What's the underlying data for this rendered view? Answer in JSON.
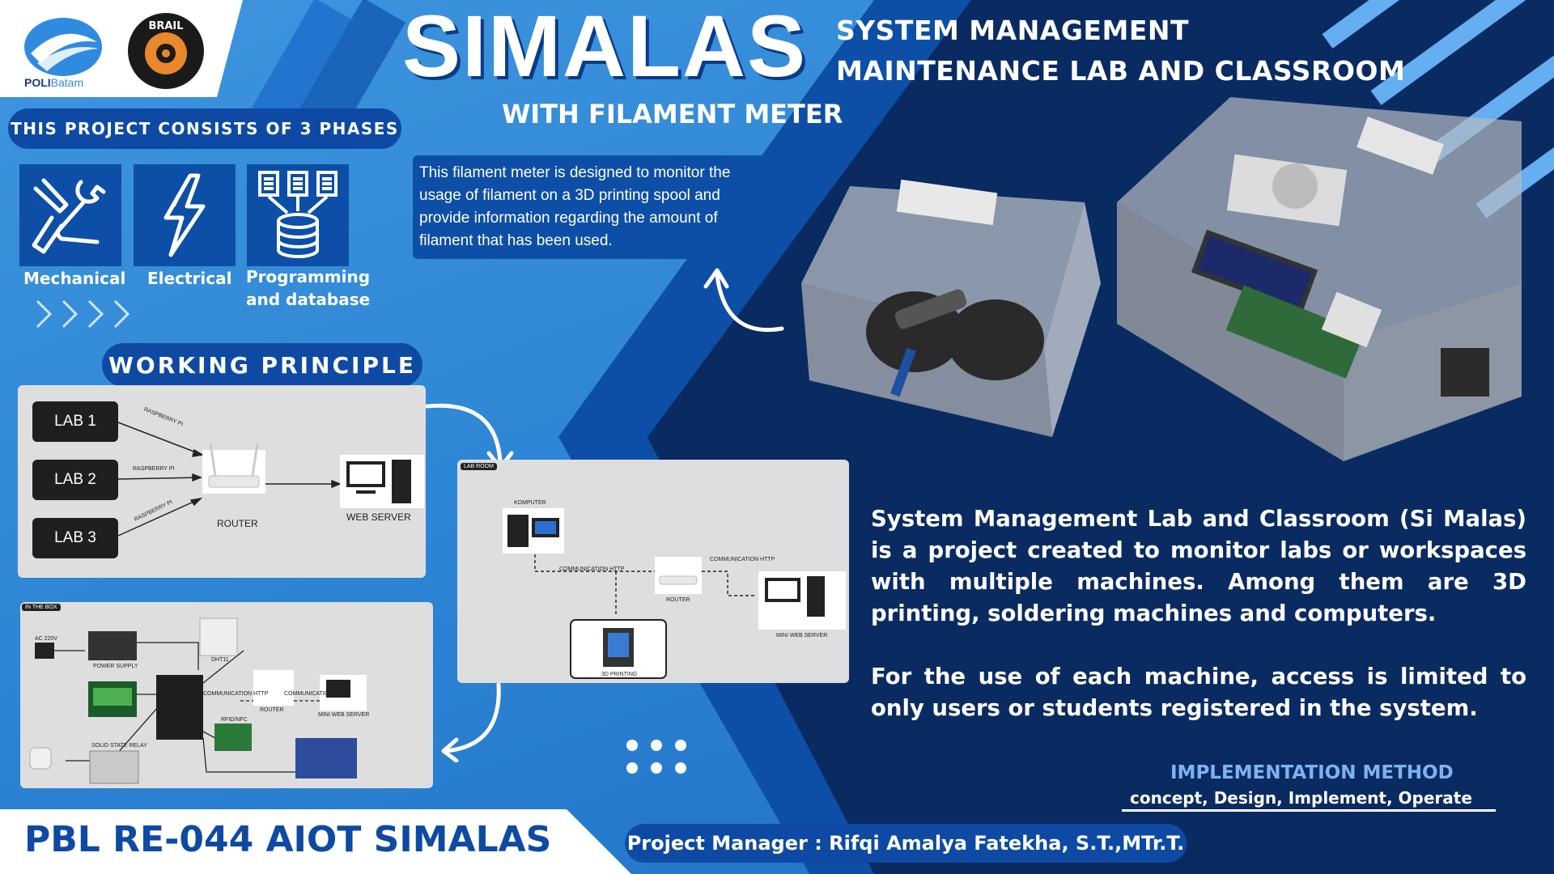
{
  "header": {
    "title": "SIMALAS",
    "subtitle_line1": "SYSTEM MANAGEMENT",
    "subtitle_line2": "MAINTENANCE LAB AND CLASSROOM",
    "tagline": "WITH FILAMENT METER"
  },
  "logos": {
    "poli_bold": "POLI",
    "poli_light": "Batam",
    "brail": "BRAIL"
  },
  "phases": {
    "heading": "THIS PROJECT CONSISTS OF 3 PHASES",
    "items": [
      {
        "label": "Mechanical",
        "icon": "wrench-arm-icon"
      },
      {
        "label": "Electrical",
        "icon": "lightning-icon"
      },
      {
        "label_line1": "Programming",
        "label_line2": "and database",
        "icon": "database-icon"
      }
    ]
  },
  "filament_info": "This filament meter is designed to monitor the usage of filament on a 3D printing spool and provide information regarding the amount of filament that has been used.",
  "working_principle": {
    "heading": "WORKING PRINCIPLE",
    "network": {
      "labs": [
        "LAB 1",
        "LAB 2",
        "LAB 3"
      ],
      "link_label": "RASPBERRY PI",
      "router": "ROUTER",
      "server": "WEB SERVER"
    },
    "lab_room": {
      "tag": "LAB ROOM",
      "computer": "KOMPUTER",
      "comm": "COMMUNICATION HTTP",
      "router": "ROUTER",
      "server": "MINI WEB SERVER",
      "printer": "3D PRINTING"
    },
    "in_the_box": {
      "tag": "IN THE BOX",
      "ac": "AC 220V",
      "psu": "POWER SUPPLY",
      "dht": "DHT11",
      "comm": "COMMUNICATION HTTP",
      "router": "ROUTER",
      "server": "MINI WEB SERVER",
      "relay": "SOLID STATE RELAY",
      "rfid": "RFID/NFC"
    }
  },
  "description": {
    "p1": "System Management Lab and Classroom (Si Malas) is a project created to monitor labs or workspaces with multiple machines. Among them are 3D printing, soldering machines and computers.",
    "p2": "For the use of each machine, access is limited to only users or students registered in the system."
  },
  "implementation": {
    "title": "IMPLEMENTATION METHOD",
    "steps": "concept, Design, Implement, Operate"
  },
  "footer": {
    "project_code": "PBL RE-044 AIOT SIMALAS",
    "manager": "Project Manager : Rifqi Amalya Fatekha, S.T.,MTr.T."
  },
  "colors": {
    "primary_blue": "#0e4aa3",
    "light_blue": "#3f95dd",
    "dark_navy": "#0a2b62",
    "accent_text": "#7fb3f0"
  }
}
